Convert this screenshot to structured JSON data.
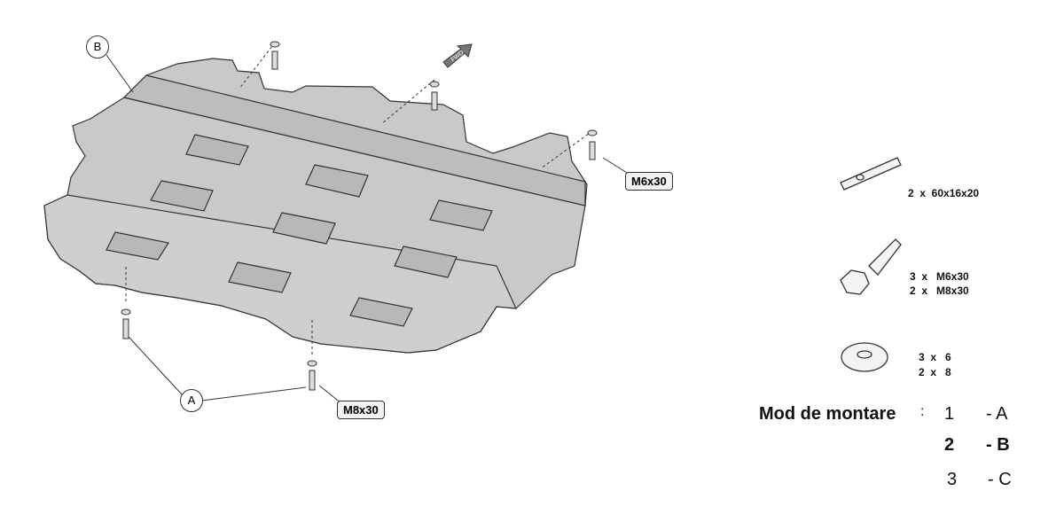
{
  "diagram": {
    "labels": {
      "a": "A",
      "b": "B"
    },
    "callouts": {
      "m6": "M6x30",
      "m8": "M8x30"
    },
    "direction_arrow": "FWD"
  },
  "parts": [
    {
      "icon": "plate-icon",
      "lines": [
        "2  x  60x16x20"
      ]
    },
    {
      "icon": "bolt-icon",
      "lines": [
        "3  x   M6x30",
        "2  x   M8x30"
      ]
    },
    {
      "icon": "washer-icon",
      "lines": [
        "3  x   6",
        "2  x   8"
      ]
    }
  ],
  "mounting": {
    "title": "Mod de montare",
    "colon": ":",
    "rows": [
      {
        "num": "1",
        "letter": "- A"
      },
      {
        "num": "2",
        "letter": "- B"
      },
      {
        "num": "3",
        "letter": "- C"
      }
    ]
  },
  "colors": {
    "plate": "#c9c9c9",
    "outline": "#333333"
  }
}
